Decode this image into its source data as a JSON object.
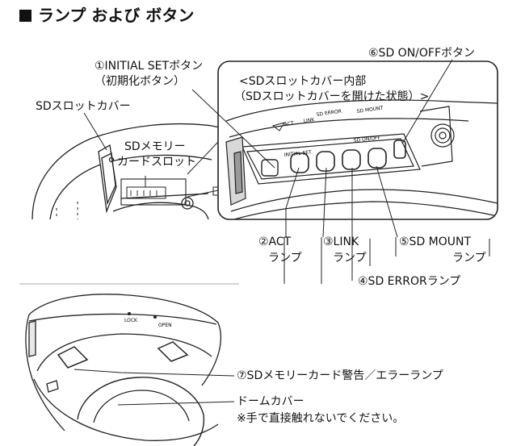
{
  "title": "ランプ および ボタン",
  "labels": {
    "sd_onoff_button": "⑥SD ON/OFFボタン",
    "initial_set_button_line1": "①INITIAL SETボタン",
    "initial_set_button_line2": "（初期化ボタン）",
    "inset_caption_line1": "<SDスロットカバー内部",
    "inset_caption_line2": "（SDスロットカバーを開けた状態）>",
    "sd_slot_cover": "SDスロットカバー",
    "sd_memory_card_slot_line1": "SDメモリー",
    "sd_memory_card_slot_line2": "カードスロット",
    "act_lamp_line1": "②ACT",
    "act_lamp_line2": "ランプ",
    "link_lamp_line1": "③LINK",
    "link_lamp_line2": "ランプ",
    "sd_mount_lamp_line1": "⑤SD MOUNT",
    "sd_mount_lamp_line2": "ランプ",
    "sd_error_lamp": "④SD ERRORランプ",
    "sd_card_warning_lamp": "⑦SDメモリーカード警告／エラーランプ",
    "dome_cover": "ドームカバー",
    "dome_cover_note": "※手で直接触れないでください。"
  },
  "device_marks": {
    "lock": "LOCK",
    "open": "OPEN",
    "act": "ACT",
    "link": "LINK",
    "sd_error": "SD ERROR",
    "sd_mount": "SD MOUNT",
    "initial_set": "INITIAL SET",
    "sd_onoff": "SD ON/OFF"
  }
}
